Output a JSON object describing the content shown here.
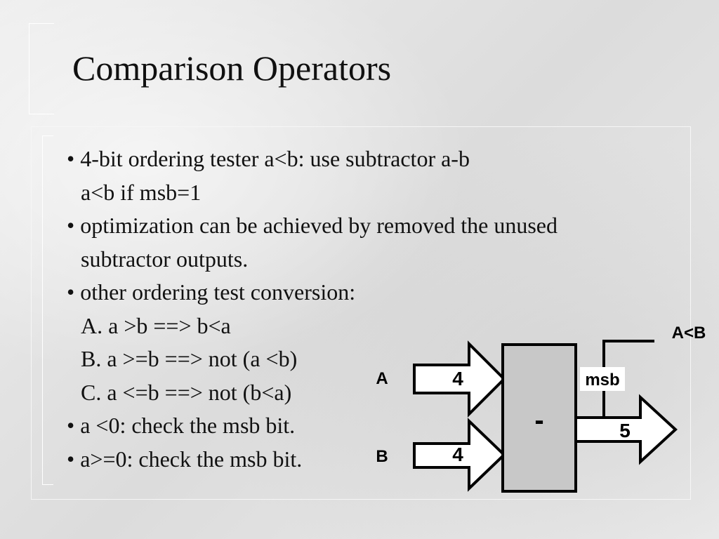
{
  "title": "Comparison Operators",
  "bullets": [
    {
      "text": "• 4-bit  ordering tester a<b: use subtractor a-b",
      "indent": false
    },
    {
      "text": "a<b if msb=1",
      "indent": true
    },
    {
      "text": "• optimization can be achieved by removed the unused",
      "indent": false
    },
    {
      "text": "subtractor outputs.",
      "indent": true
    },
    {
      "text": "• other ordering test conversion:",
      "indent": false
    },
    {
      "text": "A. a >b   ==> b<a",
      "indent": true
    },
    {
      "text": "B. a >=b ==> not (a <b)",
      "indent": true
    },
    {
      "text": "C. a <=b ==> not (b<a)",
      "indent": true
    },
    {
      "text": "• a <0: check the msb bit.",
      "indent": false
    },
    {
      "text": "• a>=0: check the msb bit.",
      "indent": false
    }
  ],
  "diagram": {
    "input_a_label": "A",
    "input_b_label": "B",
    "input_a_width": "4",
    "input_b_width": "4",
    "operator_symbol": "-",
    "output_width": "5",
    "msb_label": "msb",
    "result_label": "A<B",
    "box_color": "#c8c8c8"
  }
}
